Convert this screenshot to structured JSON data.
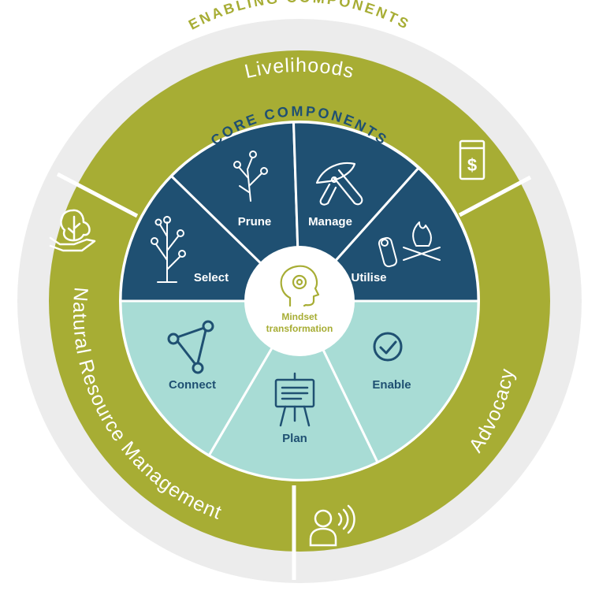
{
  "diagram": {
    "enabling_caption": "ENABLING COMPONENTS",
    "core_caption": "CORE COMPONENTS",
    "enabling_components": [
      {
        "label": "Livelihoods",
        "icon": "dollar-receipt-icon"
      },
      {
        "label": "Natural Resource Management",
        "icon": "tree-in-hand-icon"
      },
      {
        "label": "Advocacy",
        "icon": "person-speaking-icon"
      }
    ],
    "core_components": [
      {
        "label": "Select",
        "icon": "sapling-icon"
      },
      {
        "label": "Prune",
        "icon": "branch-icon"
      },
      {
        "label": "Manage",
        "icon": "pruning-shears-icon"
      },
      {
        "label": "Utilise",
        "icon": "campfire-logs-icon"
      },
      {
        "label": "Enable",
        "icon": "check-circle-icon"
      },
      {
        "label": "Plan",
        "icon": "easel-icon"
      },
      {
        "label": "Connect",
        "icon": "network-triangle-icon"
      }
    ],
    "center": {
      "line1": "Mindset",
      "line2": "transformation",
      "icon": "head-gear-icon"
    },
    "colors": {
      "olive": "#a7ad34",
      "navy": "#1f5072",
      "teal": "#a8dcd5",
      "ring": "#ececec"
    }
  }
}
